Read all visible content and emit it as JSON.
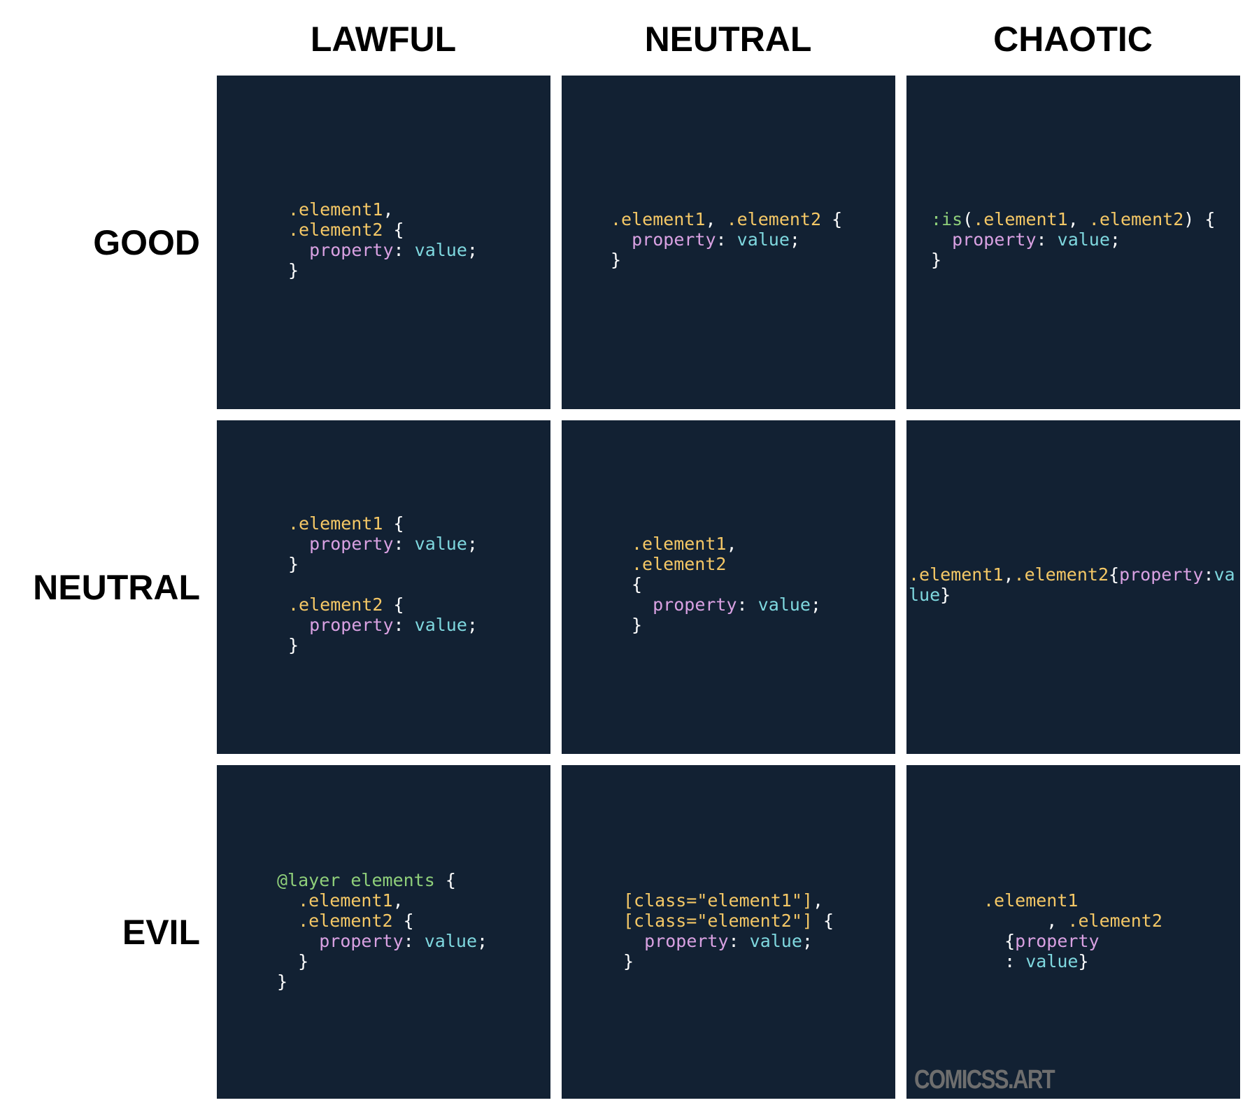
{
  "columns": [
    "LAWFUL",
    "NEUTRAL",
    "CHAOTIC"
  ],
  "rows": [
    "GOOD",
    "NEUTRAL",
    "EVIL"
  ],
  "watermark": "COMICSS.ART",
  "colors": {
    "panel_background": "#122133",
    "selector": "#f5c866",
    "property": "#d9a1e2",
    "value": "#7fd8df",
    "punctuation": "#ffffff",
    "at_rule": "#8fcf7a",
    "watermark": "#6e6e6e"
  },
  "panels": {
    "lawful_good": [
      [
        [
          ".element1",
          "sel"
        ],
        [
          ",",
          "pun"
        ]
      ],
      [
        [
          ".element2",
          "sel"
        ],
        [
          " {",
          "pun"
        ]
      ],
      [
        [
          "  ",
          "pun"
        ],
        [
          "property",
          "prop"
        ],
        [
          ": ",
          "pun"
        ],
        [
          "value",
          "val"
        ],
        [
          ";",
          "pun"
        ]
      ],
      [
        [
          "}",
          "pun"
        ]
      ]
    ],
    "neutral_good": [
      [
        [
          ".element1",
          "sel"
        ],
        [
          ", ",
          "pun"
        ],
        [
          ".element2",
          "sel"
        ],
        [
          " {",
          "pun"
        ]
      ],
      [
        [
          "  ",
          "pun"
        ],
        [
          "property",
          "prop"
        ],
        [
          ": ",
          "pun"
        ],
        [
          "value",
          "val"
        ],
        [
          ";",
          "pun"
        ]
      ],
      [
        [
          "}",
          "pun"
        ]
      ]
    ],
    "chaotic_good": [
      [
        [
          ":is",
          "at"
        ],
        [
          "(",
          "pun"
        ],
        [
          ".element1",
          "sel"
        ],
        [
          ", ",
          "pun"
        ],
        [
          ".element2",
          "sel"
        ],
        [
          ") {",
          "pun"
        ]
      ],
      [
        [
          "  ",
          "pun"
        ],
        [
          "property",
          "prop"
        ],
        [
          ": ",
          "pun"
        ],
        [
          "value",
          "val"
        ],
        [
          ";",
          "pun"
        ]
      ],
      [
        [
          "}",
          "pun"
        ]
      ]
    ],
    "lawful_neutral": [
      [
        [
          ".element1",
          "sel"
        ],
        [
          " {",
          "pun"
        ]
      ],
      [
        [
          "  ",
          "pun"
        ],
        [
          "property",
          "prop"
        ],
        [
          ": ",
          "pun"
        ],
        [
          "value",
          "val"
        ],
        [
          ";",
          "pun"
        ]
      ],
      [
        [
          "}",
          "pun"
        ]
      ],
      [
        [
          "",
          "pun"
        ]
      ],
      [
        [
          ".element2",
          "sel"
        ],
        [
          " {",
          "pun"
        ]
      ],
      [
        [
          "  ",
          "pun"
        ],
        [
          "property",
          "prop"
        ],
        [
          ": ",
          "pun"
        ],
        [
          "value",
          "val"
        ],
        [
          ";",
          "pun"
        ]
      ],
      [
        [
          "}",
          "pun"
        ]
      ]
    ],
    "true_neutral": [
      [
        [
          ".element1",
          "sel"
        ],
        [
          ",",
          "pun"
        ]
      ],
      [
        [
          ".element2",
          "sel"
        ]
      ],
      [
        [
          "{",
          "pun"
        ]
      ],
      [
        [
          "  ",
          "pun"
        ],
        [
          "property",
          "prop"
        ],
        [
          ": ",
          "pun"
        ],
        [
          "value",
          "val"
        ],
        [
          ";",
          "pun"
        ]
      ],
      [
        [
          "}",
          "pun"
        ]
      ]
    ],
    "chaotic_neutral": [
      [
        [
          ".element1",
          "sel"
        ],
        [
          ",",
          "pun"
        ],
        [
          ".element2",
          "sel"
        ],
        [
          "{",
          "pun"
        ],
        [
          "property",
          "prop"
        ],
        [
          ":",
          "pun"
        ],
        [
          "va",
          "val"
        ]
      ],
      [
        [
          "lue",
          "val"
        ],
        [
          "}",
          "pun"
        ]
      ]
    ],
    "lawful_evil": [
      [
        [
          "@layer elements",
          "at"
        ],
        [
          " {",
          "pun"
        ]
      ],
      [
        [
          "  ",
          "pun"
        ],
        [
          ".element1",
          "sel"
        ],
        [
          ",",
          "pun"
        ]
      ],
      [
        [
          "  ",
          "pun"
        ],
        [
          ".element2",
          "sel"
        ],
        [
          " {",
          "pun"
        ]
      ],
      [
        [
          "    ",
          "pun"
        ],
        [
          "property",
          "prop"
        ],
        [
          ": ",
          "pun"
        ],
        [
          "value",
          "val"
        ],
        [
          ";",
          "pun"
        ]
      ],
      [
        [
          "  }",
          "pun"
        ]
      ],
      [
        [
          "}",
          "pun"
        ]
      ]
    ],
    "neutral_evil": [
      [
        [
          "[class=\"element1\"]",
          "sel"
        ],
        [
          ",",
          "pun"
        ]
      ],
      [
        [
          "[class=\"element2\"]",
          "sel"
        ],
        [
          " {",
          "pun"
        ]
      ],
      [
        [
          "  ",
          "pun"
        ],
        [
          "property",
          "prop"
        ],
        [
          ": ",
          "pun"
        ],
        [
          "value",
          "val"
        ],
        [
          ";",
          "pun"
        ]
      ],
      [
        [
          "}",
          "pun"
        ]
      ]
    ],
    "chaotic_evil": [
      [
        [
          ".element1",
          "sel"
        ]
      ],
      [
        [
          "      , ",
          "pun"
        ],
        [
          ".element2",
          "sel"
        ]
      ],
      [
        [
          "  {",
          "pun"
        ],
        [
          "property",
          "prop"
        ]
      ],
      [
        [
          "  : ",
          "pun"
        ],
        [
          "value",
          "val"
        ],
        [
          "}",
          "pun"
        ]
      ]
    ]
  }
}
